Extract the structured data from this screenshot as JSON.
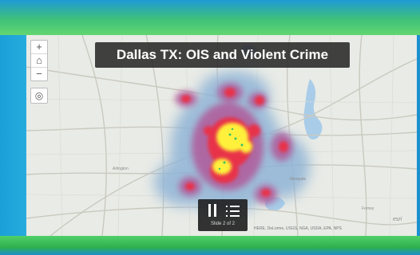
{
  "map": {
    "title": "Dallas TX: OIS and Violent Crime",
    "zoom_in": "+",
    "home": "⌂",
    "zoom_out": "−",
    "locate": "◎",
    "attribution": "HERE, DeLorme, USGS, NGA, USDA, EPA, NPS",
    "esri_logo": "esri",
    "colors": {
      "basemap": "#e9ebe6",
      "water": "#a9cde9",
      "heat_low": "#8fb4d6",
      "heat_mid": "#b15a9a",
      "heat_high": "#e8334a",
      "heat_peak": "#fff13a"
    }
  },
  "player": {
    "pause_icon": "pause-icon",
    "list_icon": "list-icon",
    "slide_text": "Slide 2 of 2"
  }
}
